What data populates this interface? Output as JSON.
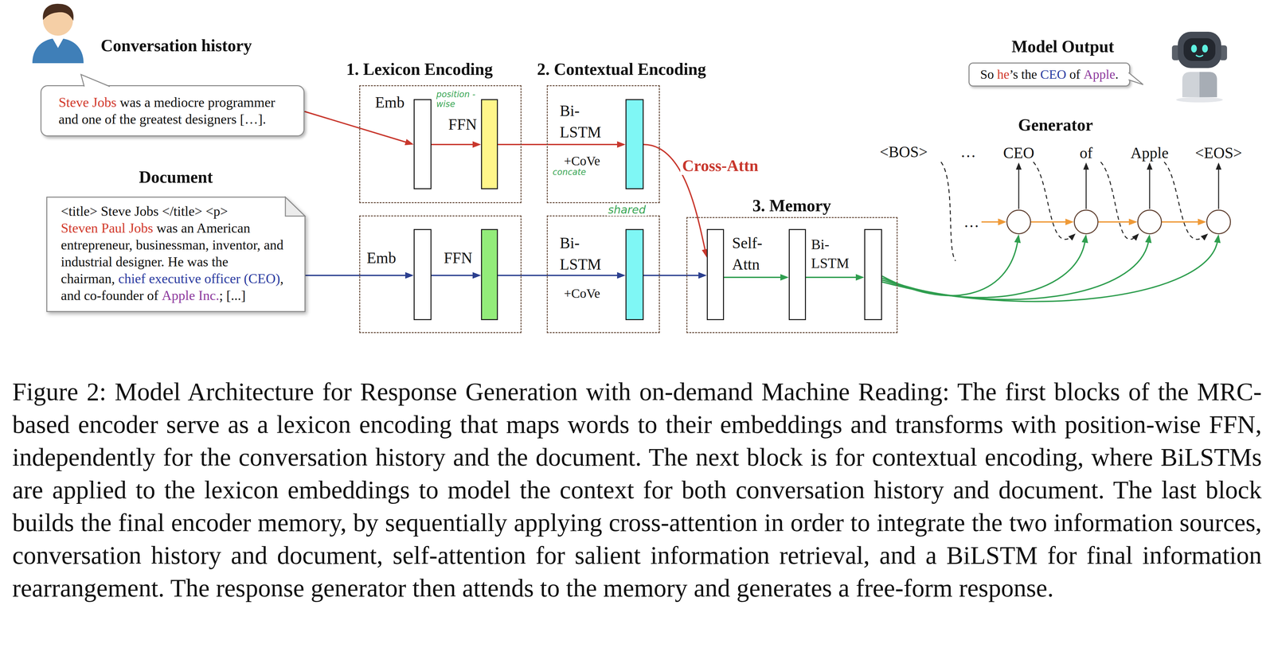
{
  "diagram": {
    "caption": "Figure 2: Model Architecture for Response Generation with on-demand Machine Reading: The first blocks of the MRC-based encoder serve as a lexicon encoding that maps words to their embeddings and transforms with position-wise FFN, independently for the conversation history and the document. The next block is for contextual encoding, where BiLSTMs are applied to the lexicon embeddings to model the context for both conversation history and document. The last block builds the final encoder memory, by sequentially applying cross-attention in order to integrate the two information sources, conversation history and document, self-attention for salient information retrieval, and a BiLSTM for final information rearrangement. The response generator then attends to the memory and generates a free-form response.",
    "nodes": [
      {
        "text": [
          "Conversation history",
          "Steve Jobs",
          "was a mediocre programmer and one of the greatest designers […]."
        ]
      },
      {
        "text": [
          "Document",
          "<title> Steve Jobs </title> <p>",
          "Steven Paul Jobs",
          "was an American entrepreneur, businessman, inventor, and industrial designer. He was the chairman,",
          "chief executive officer (CEO)",
          ", and co-founder of",
          "Apple Inc.",
          "; [...]"
        ]
      },
      {
        "text": [
          "1. Lexicon Encoding"
        ]
      },
      {
        "text": [
          "Emb"
        ],
        "in": 2
      },
      {
        "text": [
          "FFN"
        ],
        "in": 2
      },
      {
        "text": []
      },
      {
        "text": [
          "Emb"
        ],
        "in": 5
      },
      {
        "text": [
          "FFN"
        ],
        "in": 5
      },
      {
        "text": [
          "2. Contextual Encoding"
        ]
      },
      {
        "text": [
          "Bi- LSTM",
          "+CoVe"
        ],
        "in": 8
      },
      {
        "text": []
      },
      {
        "text": [
          "Bi- LSTM",
          "+CoVe"
        ],
        "in": 10
      },
      {
        "text": [
          "3. Memory"
        ]
      },
      {
        "text": [],
        "in": 12
      },
      {
        "text": [
          "Self- Attn"
        ],
        "in": 12
      },
      {
        "text": [
          "Bi- LSTM"
        ],
        "in": 12
      },
      {
        "text": [
          "CEO"
        ]
      },
      {
        "text": [
          "of"
        ]
      },
      {
        "text": [
          "Apple"
        ]
      },
      {
        "text": [
          "<EOS>"
        ]
      },
      {
        "text": [
          "Model Output",
          "So",
          "he",
          "’s the",
          "CEO",
          "of",
          "Apple",
          "."
        ]
      }
    ],
    "edges": [
      {
        "from": 0,
        "to": 3,
        "arrow": "to"
      },
      {
        "from": 3,
        "to": 4,
        "arrow": "to"
      },
      {
        "from": 4,
        "to": 9,
        "arrow": "to"
      },
      {
        "from": 9,
        "to": 13,
        "arrow": "to",
        "label": "Cross-Attn"
      },
      {
        "from": 1,
        "to": 6,
        "arrow": "to"
      },
      {
        "from": 6,
        "to": 7,
        "arrow": "to"
      },
      {
        "from": 7,
        "to": 11,
        "arrow": "to"
      },
      {
        "from": 11,
        "to": 13,
        "arrow": "to"
      },
      {
        "from": 13,
        "to": 14,
        "arrow": "to"
      },
      {
        "from": 14,
        "to": 15,
        "arrow": "to"
      },
      {
        "from": 15,
        "to": 16,
        "arrow": "to"
      },
      {
        "from": 15,
        "to": 17,
        "arrow": "to"
      },
      {
        "from": 15,
        "to": 18,
        "arrow": "to"
      },
      {
        "from": 15,
        "to": 19,
        "arrow": "to"
      },
      {
        "from": 16,
        "to": 17,
        "arrow": "to"
      },
      {
        "from": 17,
        "to": 18,
        "arrow": "to"
      },
      {
        "from": 18,
        "to": 19,
        "arrow": "to"
      }
    ],
    "labels": [
      "position -wise",
      "concate",
      "shared",
      "Generator",
      "<BOS>",
      "…",
      "…"
    ]
  }
}
